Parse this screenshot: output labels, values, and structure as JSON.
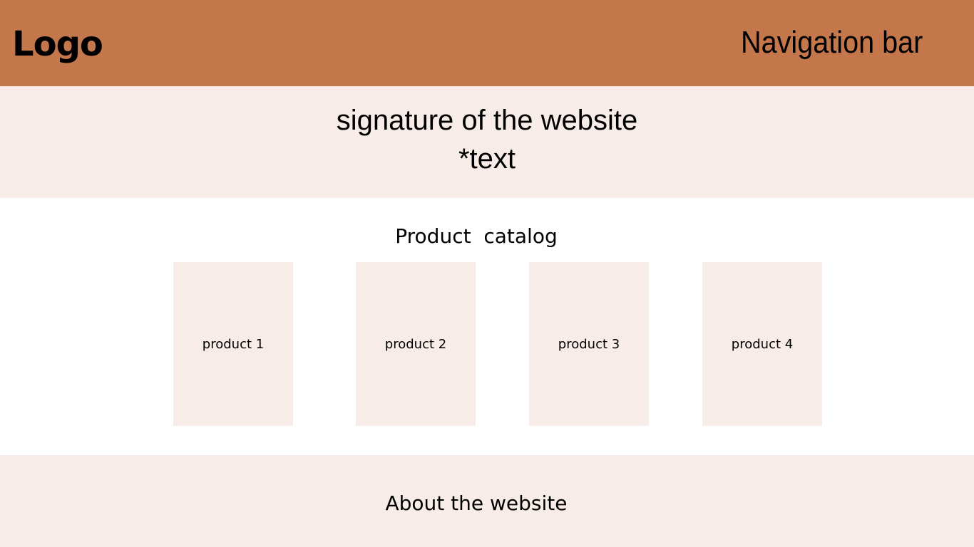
{
  "header": {
    "logo": "Logo",
    "nav": "Navigation bar"
  },
  "hero": {
    "line1": "signature of the website",
    "line2": "*text"
  },
  "catalog": {
    "title": "Product  catalog",
    "products": [
      {
        "label": "product 1"
      },
      {
        "label": "product 2"
      },
      {
        "label": "product 3"
      },
      {
        "label": "product 4"
      }
    ]
  },
  "footer": {
    "text": "About the website"
  },
  "colors": {
    "header_bg": "#c5774c",
    "section_bg": "#f7ece7",
    "page_bg": "#ffffff"
  }
}
